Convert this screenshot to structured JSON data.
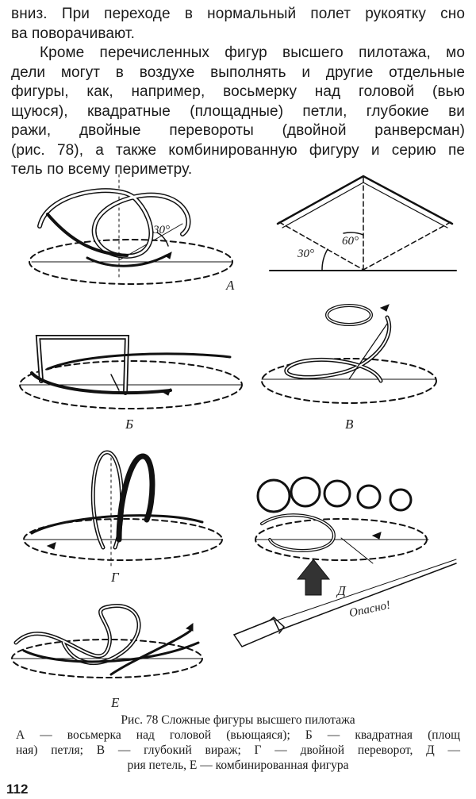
{
  "body_text": {
    "p1_lines": [
      "вниз. При переходе в нормальный полет рукоятку сно",
      "ва поворачивают."
    ],
    "p2_lines": [
      "Кроме перечисленных фигур высшего пилотажа, мо",
      "дели могут в воздухе выполнять и другие отдельные",
      "фигуры, как, например, восьмерку над головой (вью",
      "щуюся), квадратные (площадные) петли, глубокие ви",
      "ражи, двойные перевороты (двойной ранверсман)",
      "(рис. 78), а также комбинированную фигуру и серию пе",
      "тель по всему периметру."
    ]
  },
  "figure": {
    "labels": {
      "a": "А",
      "b": "Б",
      "v": "В",
      "g": "Г",
      "d": "Д",
      "e": "Е"
    },
    "angles": {
      "a_angle": "30°",
      "square_30": "30°",
      "square_60": "60°"
    },
    "warning": "Опасно!"
  },
  "caption": {
    "line1": "Рис. 78 Сложные фигуры высшего пилотажа",
    "line2": "А — восьмерка над головой (вьющаяся); Б — квадратная (площ",
    "line3": "ная) петля; В — глубокий вираж; Г — двойной переворот, Д —",
    "line4": "рия петель, Е — комбинированная фигура"
  },
  "page_number": "112"
}
